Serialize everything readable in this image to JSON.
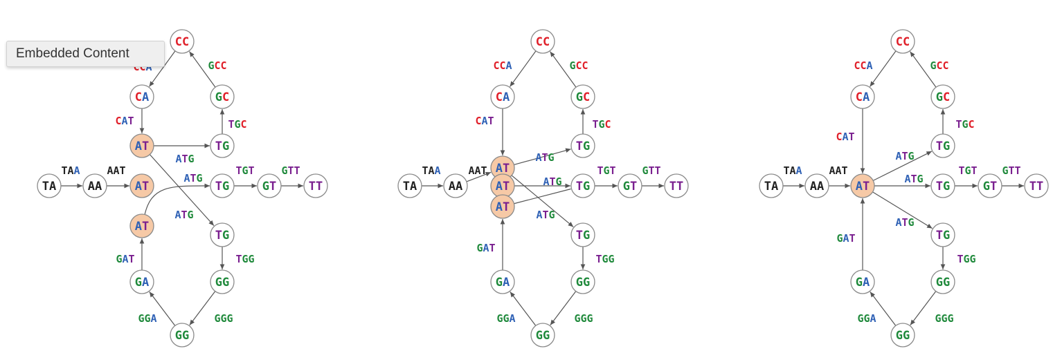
{
  "colors": {
    "A": "#2f61b5",
    "C": "#e0202a",
    "G": "#208a3c",
    "T": "#7a1f8f",
    "neutral": "#222222",
    "highlight_fill": "#f6c9a6"
  },
  "tooltip": {
    "label": "Embedded Content"
  },
  "graphs": [
    {
      "nodes": [
        {
          "label": "TA",
          "tint": "ta"
        },
        {
          "label": "AA",
          "tint": "aa"
        },
        {
          "label": "AT",
          "highlight": true
        },
        {
          "label": "AT",
          "highlight": true
        },
        {
          "label": "AT",
          "highlight": true
        },
        {
          "label": "CA"
        },
        {
          "label": "CC"
        },
        {
          "label": "GC"
        },
        {
          "label": "TG"
        },
        {
          "label": "TG"
        },
        {
          "label": "TG"
        },
        {
          "label": "GT"
        },
        {
          "label": "TT"
        },
        {
          "label": "GG"
        },
        {
          "label": "GG"
        },
        {
          "label": "GA"
        }
      ],
      "edges": [
        {
          "label": "TAA",
          "tint": "taa"
        },
        {
          "label": "AAT",
          "tint": "aat"
        },
        {
          "label": "ATG"
        },
        {
          "label": "ATG"
        },
        {
          "label": "ATG"
        },
        {
          "label": "CAT"
        },
        {
          "label": "CCA"
        },
        {
          "label": "GCC"
        },
        {
          "label": "TGC"
        },
        {
          "label": "TGT"
        },
        {
          "label": "GTT"
        },
        {
          "label": "TGG"
        },
        {
          "label": "GGG"
        },
        {
          "label": "GGA"
        },
        {
          "label": "GAT"
        }
      ]
    },
    {
      "nodes": [
        {
          "label": "TA",
          "tint": "ta"
        },
        {
          "label": "AA",
          "tint": "aa"
        },
        {
          "label": "AT",
          "highlight": true
        },
        {
          "label": "AT",
          "highlight": true
        },
        {
          "label": "AT",
          "highlight": true
        },
        {
          "label": "CA"
        },
        {
          "label": "CC"
        },
        {
          "label": "GC"
        },
        {
          "label": "TG"
        },
        {
          "label": "TG"
        },
        {
          "label": "TG"
        },
        {
          "label": "GT"
        },
        {
          "label": "TT"
        },
        {
          "label": "GG"
        },
        {
          "label": "GG"
        },
        {
          "label": "GA"
        }
      ],
      "edges": [
        {
          "label": "TAA",
          "tint": "taa"
        },
        {
          "label": "AAT",
          "tint": "aat"
        },
        {
          "label": "ATG"
        },
        {
          "label": "ATG"
        },
        {
          "label": "ATG"
        },
        {
          "label": "CAT"
        },
        {
          "label": "CCA"
        },
        {
          "label": "GCC"
        },
        {
          "label": "TGC"
        },
        {
          "label": "TGT"
        },
        {
          "label": "GTT"
        },
        {
          "label": "TGG"
        },
        {
          "label": "GGG"
        },
        {
          "label": "GGA"
        },
        {
          "label": "GAT"
        }
      ]
    },
    {
      "nodes": [
        {
          "label": "TA",
          "tint": "ta"
        },
        {
          "label": "AA",
          "tint": "aa"
        },
        {
          "label": "AT",
          "highlight": true
        },
        {
          "label": "CA"
        },
        {
          "label": "CC"
        },
        {
          "label": "GC"
        },
        {
          "label": "TG"
        },
        {
          "label": "TG"
        },
        {
          "label": "TG"
        },
        {
          "label": "GT"
        },
        {
          "label": "TT"
        },
        {
          "label": "GG"
        },
        {
          "label": "GG"
        },
        {
          "label": "GA"
        }
      ],
      "edges": [
        {
          "label": "TAA",
          "tint": "taa"
        },
        {
          "label": "AAT",
          "tint": "aat"
        },
        {
          "label": "ATG"
        },
        {
          "label": "ATG"
        },
        {
          "label": "ATG"
        },
        {
          "label": "CAT"
        },
        {
          "label": "CCA"
        },
        {
          "label": "GCC"
        },
        {
          "label": "TGC"
        },
        {
          "label": "TGT"
        },
        {
          "label": "GTT"
        },
        {
          "label": "TGG"
        },
        {
          "label": "GGG"
        },
        {
          "label": "GGA"
        },
        {
          "label": "GAT"
        }
      ]
    }
  ]
}
